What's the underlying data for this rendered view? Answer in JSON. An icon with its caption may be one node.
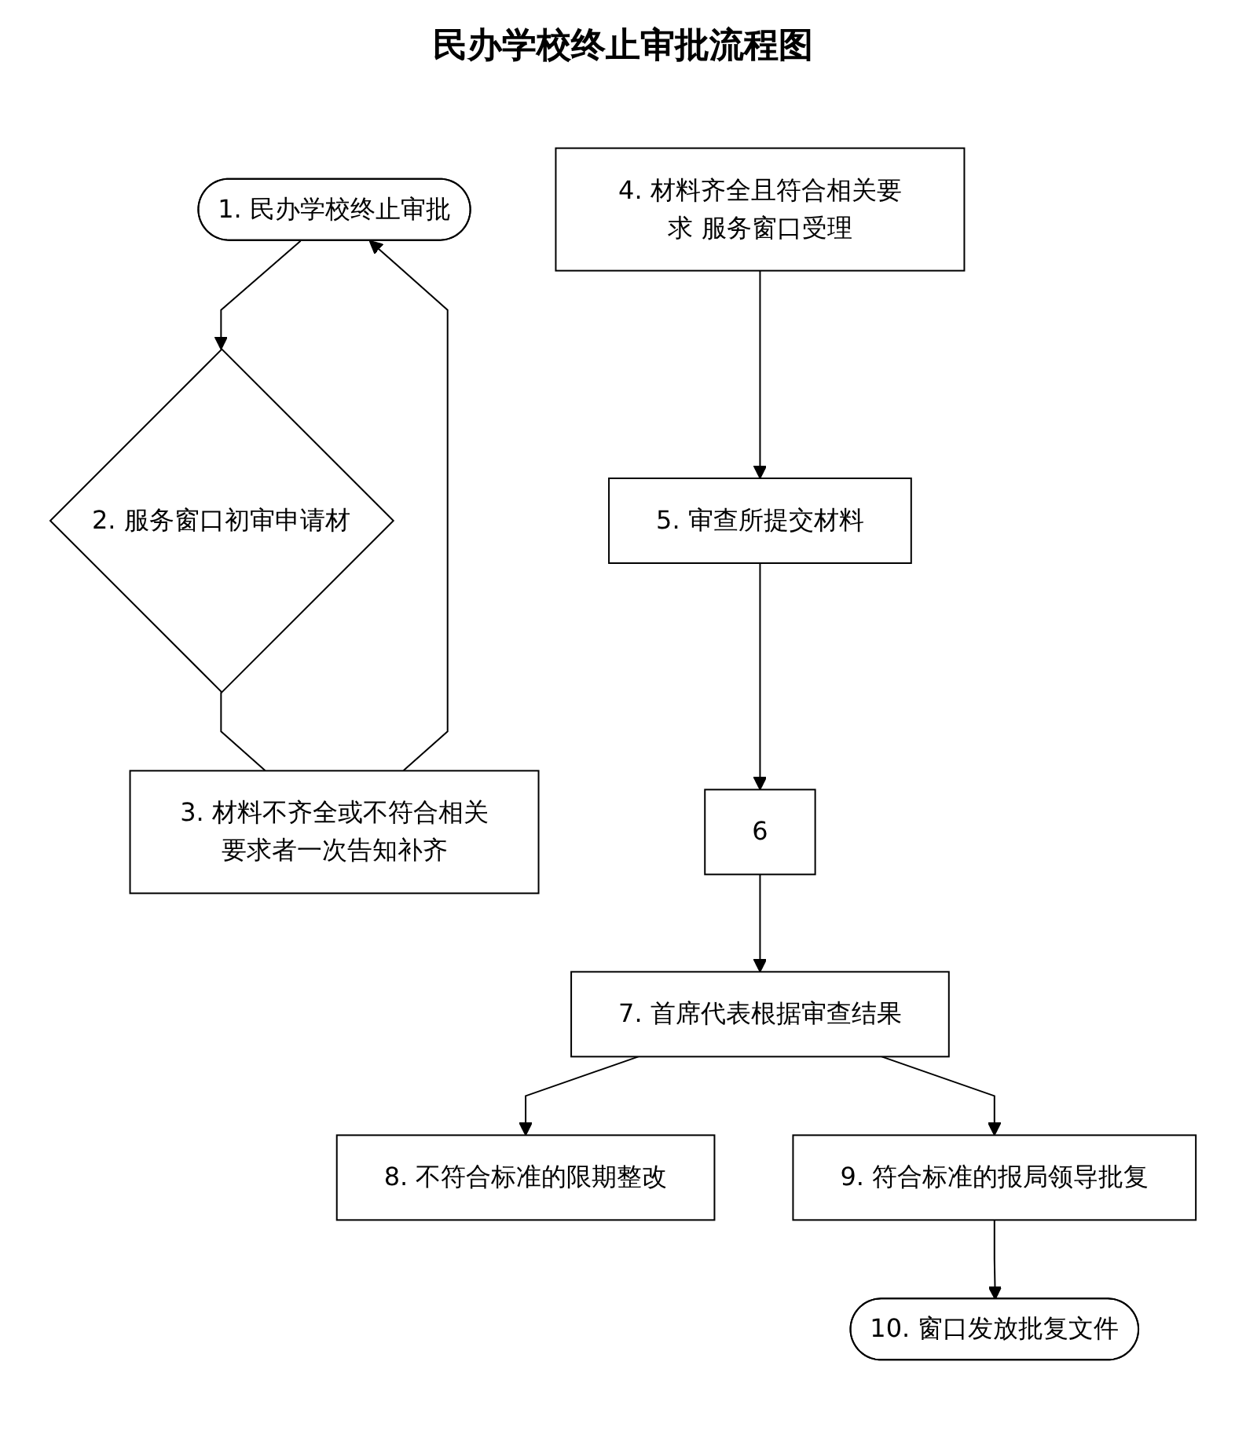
{
  "diagram": {
    "title": "民办学校终止审批流程图",
    "nodes": [
      {
        "text": [
          "1. 民办学校终止审批"
        ]
      },
      {
        "text": [
          "2. 服务窗口初审申请材"
        ]
      },
      {
        "text": [
          "3. 材料不齐全或不符合相关要求者一次告知补齐"
        ]
      },
      {
        "text": [
          "4. 材料齐全且符合相关要求 服务窗口受理"
        ]
      },
      {
        "text": [
          "5. 审查所提交材料"
        ]
      },
      {
        "text": [
          "6"
        ]
      },
      {
        "text": [
          "7. 首席代表根据审查结果"
        ]
      },
      {
        "text": [
          "8. 不符合标准的限期整改"
        ]
      },
      {
        "text": [
          "9. 符合标准的报局领导批复"
        ]
      },
      {
        "text": [
          "10. 窗口发放批复文件"
        ]
      }
    ],
    "edges": [
      {
        "from": 0,
        "to": 1,
        "arrow": "to"
      },
      {
        "from": 1,
        "to": 2,
        "arrow": "none"
      },
      {
        "from": 2,
        "to": 0,
        "arrow": "to"
      },
      {
        "from": 3,
        "to": 4,
        "arrow": "to"
      },
      {
        "from": 4,
        "to": 5,
        "arrow": "to"
      },
      {
        "from": 5,
        "to": 6,
        "arrow": "to"
      },
      {
        "from": 6,
        "to": 7,
        "arrow": "to"
      },
      {
        "from": 6,
        "to": 8,
        "arrow": "to"
      },
      {
        "from": 8,
        "to": 9,
        "arrow": "to"
      }
    ]
  }
}
